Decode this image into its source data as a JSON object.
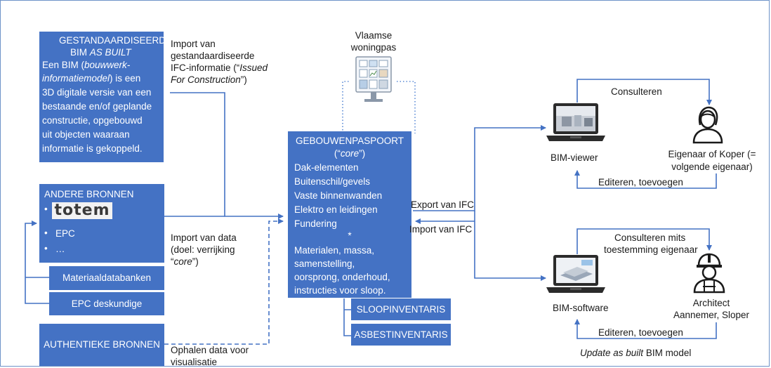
{
  "bim_box": {
    "title1": "GESTANDAARDISEERD",
    "title2_prefix": "BIM ",
    "title2_italic": "AS BUILT",
    "l1_prefix": "Een BIM (",
    "l1_italic": "bouwwerk-",
    "l2_italic": "informatiemodel",
    "l2_suffix": ") is een",
    "l3": "3D digitale versie van een",
    "l4": "bestaande en/of geplande",
    "l5": "constructie, opgebouwd",
    "l6": "uit objecten waaraan",
    "l7": "informatie is gekoppeld."
  },
  "import_ifc": {
    "l1": "Import van",
    "l2": "gestandaardiseerde",
    "l3_prefix": "IFC-informatie (“",
    "l3_italic": "Issued",
    "l4_italic": "For Construction",
    "l4_suffix": "”)"
  },
  "woningpas": {
    "l1": "Vlaamse",
    "l2": "woningpas"
  },
  "andere": {
    "title": "ANDERE BRONNEN",
    "bullet": "•",
    "totem_logo": "totem",
    "epc": "EPC",
    "ellipsis": "…"
  },
  "materiaal": "Materiaaldatabanken",
  "epc_deskundige": "EPC deskundige",
  "authentieke": "AUTHENTIEKE BRONNEN",
  "import_data": {
    "l1": "Import van data",
    "l2": "(doel: verrijking",
    "l3_open": "“",
    "l3_core": "core",
    "l3_close": "”)"
  },
  "ophalen": {
    "l1": "Ophalen data voor",
    "l2": "visualisatie"
  },
  "gebouw": {
    "title": "GEBOUWENPASPOORT",
    "core_open": "(“",
    "core": "core",
    "core_close": "”)",
    "items": [
      "Dak-elementen",
      "Buitenschil/gevels",
      "Vaste binnenwanden",
      "Elektro en leidingen",
      "Fundering"
    ],
    "star": "*",
    "details": [
      "Materialen, massa,",
      "samenstelling,",
      "oorsprong, onderhoud,",
      "instructies voor sloop."
    ]
  },
  "sloop": "SLOOPINVENTARIS",
  "asbest": "ASBESTINVENTARIS",
  "export_ifc": "Export van IFC",
  "import_ifc2": "Import van IFC",
  "bim_viewer": "BIM-viewer",
  "bim_software": "BIM-software",
  "consulteren": "Consulteren",
  "eigenaar": {
    "l1": "Eigenaar of Koper (=",
    "l2": "volgende eigenaar)"
  },
  "editeren1": "Editeren, toevoegen",
  "consulteren_mits": {
    "l1": "Consulteren mits",
    "l2": "toestemming eigenaar"
  },
  "architect": {
    "l1": "Architect",
    "l2": "Aannemer, Sloper"
  },
  "editeren2": "Editeren, toevoegen",
  "update": {
    "italic": "Update as built",
    "suffix": " BIM model"
  },
  "colors": {
    "box": "#4472c4",
    "line": "#4472c4",
    "dotted": "#5b8bd6"
  }
}
